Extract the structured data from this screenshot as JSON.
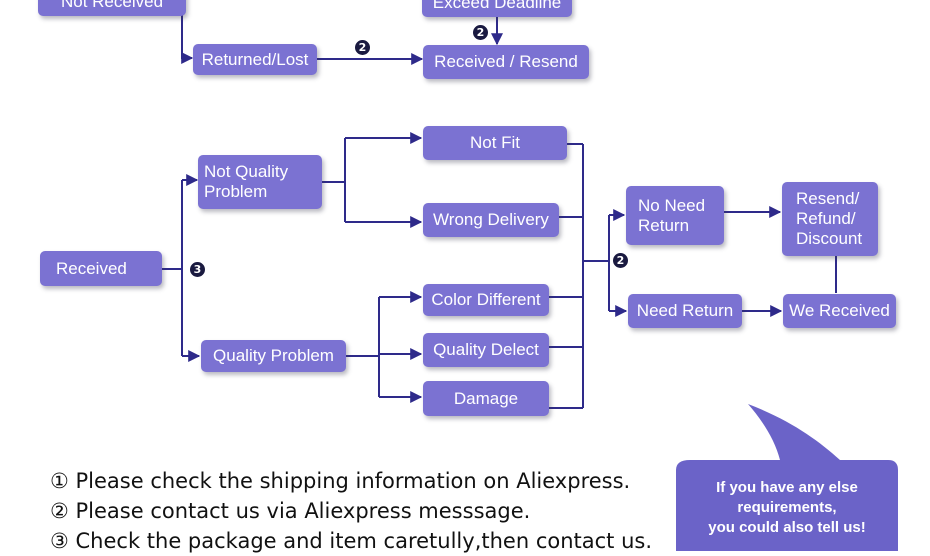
{
  "top_flow": {
    "not_received": "Not   Received",
    "exceed_deadline": "Exceed Deadline",
    "returned_lost": "Returned/Lost",
    "received_resend": "Received / Resend",
    "badge_left": "2",
    "badge_upper": "2"
  },
  "main_flow": {
    "received": "Received",
    "badge_received": "3",
    "not_quality_problem_line1": "Not   Quality",
    "not_quality_problem_line2": "Problem",
    "not_fit": "Not Fit",
    "wrong_delivery": "Wrong Delivery",
    "quality_problem": "Quality Problem",
    "color_different": "Color Different",
    "quality_defect": "Quality Delect",
    "damage": "Damage",
    "badge_decision": "2",
    "no_need_return_line1": "No Need",
    "no_need_return_line2": "Return",
    "need_return": "Need Return",
    "resend_line1": "Resend/",
    "resend_line2": "Refund/",
    "resend_line3": "Discount",
    "we_received": "We Received"
  },
  "notes": [
    "① Please check the shipping information on Aliexpress.",
    "② Please contact us via Aliexpress messsage.",
    "③ Check the package and item caretully,then contact us."
  ],
  "bubble": {
    "line1": "If you have any else",
    "line2": "requirements,",
    "line3": "you could also tell us!"
  },
  "colors": {
    "box_fill": "#7b72d2",
    "line": "#2e2a8a",
    "bubble_fill": "#6b63c8"
  }
}
